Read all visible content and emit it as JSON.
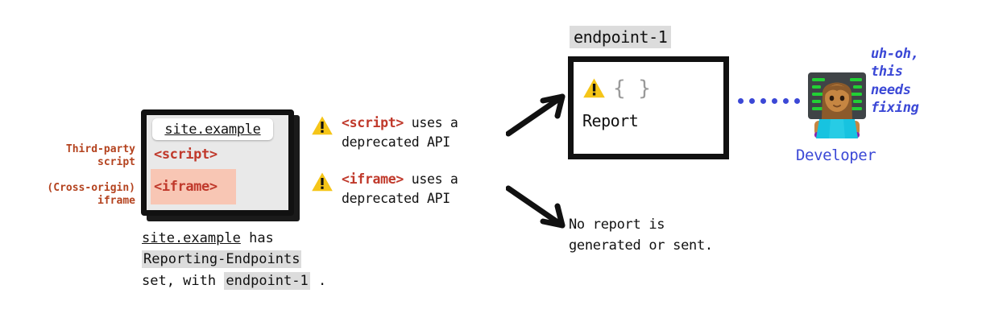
{
  "diagram": {
    "title": "Reporting endpoints deprecation flow",
    "colors": {
      "tag_red": "#c0392b",
      "label_brown": "#b4431f",
      "developer_blue": "#3b48d6",
      "warning_yellow": "#f5c518",
      "iframe_highlight": "#f8c6b4",
      "code_background": "#dcdcdc",
      "frame_black": "#111111"
    }
  },
  "left_labels": {
    "script_label_line1": "Third-party",
    "script_label_line2": "script",
    "iframe_label_line1": "(Cross-origin)",
    "iframe_label_line2": "iframe"
  },
  "browser": {
    "url": "site.example",
    "script_tag": "<script>",
    "iframe_tag": "<iframe>"
  },
  "caption": {
    "site": "site.example",
    "has": "has",
    "header_name": "Reporting-Endpoints",
    "set_with": "set, with",
    "endpoint": "endpoint-1",
    "period": "."
  },
  "warnings": [
    {
      "icon": "warning-triangle-icon",
      "tag": "<script>",
      "rest_line1": " uses a",
      "line2": "deprecated API"
    },
    {
      "icon": "warning-triangle-icon",
      "tag": "<iframe>",
      "rest_line1": " uses a",
      "line2": "deprecated API"
    }
  ],
  "endpoint_box": {
    "label": "endpoint-1",
    "braces": "{ }",
    "report_text": "Report",
    "icon": "warning-triangle-icon"
  },
  "no_report": {
    "line1": "No report is",
    "line2": "generated or sent."
  },
  "developer": {
    "label": "Developer",
    "avatar_icon": "woman-technologist-emoji",
    "speech_line1": "uh-oh,",
    "speech_line2": "this",
    "speech_line3": "needs",
    "speech_line4": "fixing"
  },
  "connector": {
    "dots": 6,
    "style": "dotted-blue"
  },
  "arrows": [
    {
      "name": "arrow-to-report",
      "direction": "up-right"
    },
    {
      "name": "arrow-to-no-report",
      "direction": "down-right"
    }
  ]
}
